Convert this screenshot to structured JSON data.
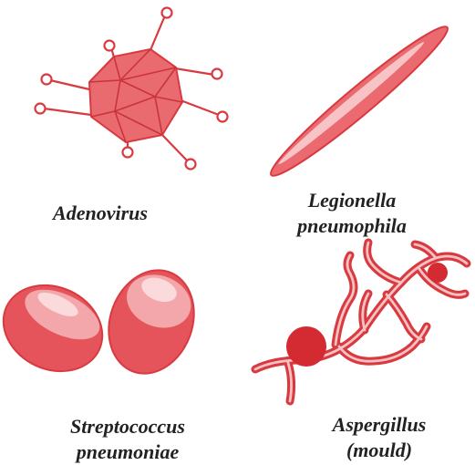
{
  "organisms": [
    {
      "id": "adenovirus",
      "lines": [
        "Adenovirus"
      ]
    },
    {
      "id": "legionella",
      "lines": [
        "Legionella",
        "pneumophila"
      ]
    },
    {
      "id": "streptococcus",
      "lines": [
        "Streptococcus",
        "pneumoniae"
      ]
    },
    {
      "id": "aspergillus",
      "lines": [
        "Aspergillus",
        "(mould)"
      ]
    }
  ],
  "colors": {
    "fill": "#e4545a",
    "fill_light": "#f3a7aa",
    "stroke": "#d93a40",
    "text": "#222222"
  }
}
